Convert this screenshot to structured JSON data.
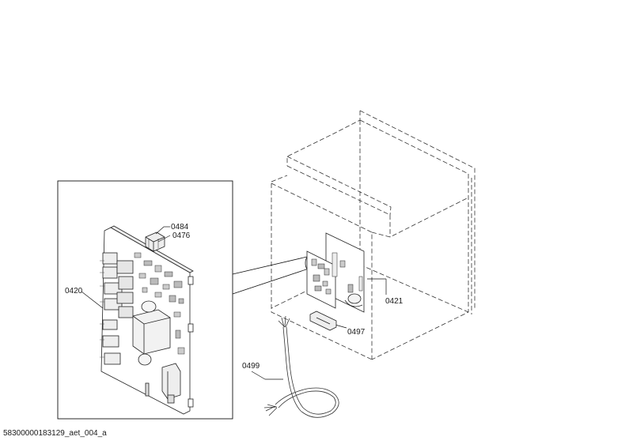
{
  "diagram": {
    "part_labels": [
      {
        "id": "0484",
        "text": "0484"
      },
      {
        "id": "0476",
        "text": "0476"
      },
      {
        "id": "0420",
        "text": "0420"
      },
      {
        "id": "0421",
        "text": "0421"
      },
      {
        "id": "0497",
        "text": "0497"
      },
      {
        "id": "0499",
        "text": "0499"
      }
    ],
    "document_id": "58300000183129_aet_004_a"
  }
}
